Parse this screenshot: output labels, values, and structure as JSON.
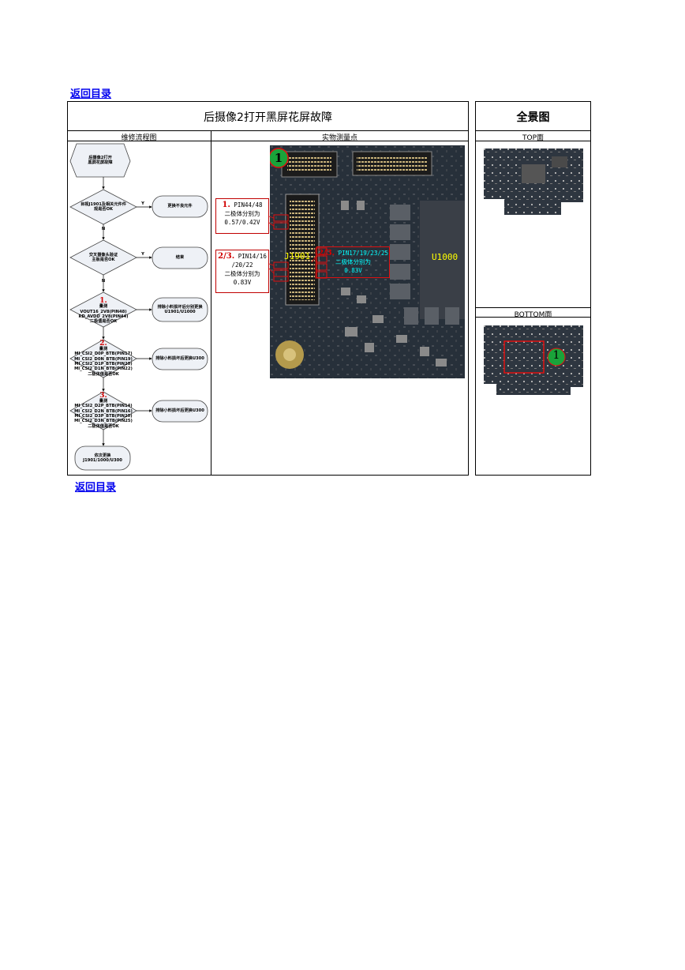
{
  "nav": {
    "back_top": "返回目录",
    "back_bottom": "返回目录"
  },
  "main_title": "后摄像2打开黑屏花屏故障",
  "side_title": "全景图",
  "headers": {
    "flow": "维修流程图",
    "measure": "实物测量点",
    "top": "TOP面",
    "bottom": "BOTTOM面"
  },
  "flow": {
    "start": "后摄像2打开\n黑屏花屏故障",
    "d1": "目视J1901及相关元件件\n观是否OK",
    "r1": "更换不良元件",
    "d2": "交叉摄像头验证\n主板是否OK",
    "r2": "结束",
    "d3_num": "1.",
    "d3_text": "量测\nVOUT16_2V8(PIN48)\nRD_AVDD_2V8(PIN44)\n二极值是否OK",
    "r3": "排除小料损坏后分别更换\nU1901/U1000",
    "d4_num": "2.",
    "d4_text": "量测\nMI_CSI2_D0P_BTB(PIN17)\nMI_CSI2_D0N_BTB(PIN19)\nMI_CSI2_D1P_BTB(PIN20)\nMI_CSI2_D1N_BTB(PIN22)\n二极体值是否OK",
    "r4": "排除小料损坏后更换U300",
    "d5_num": "3.",
    "d5_text": "量测\nMI_CSI2_D2P_BTB(PIN14)\nMI_CSI2_D2N_BTB(PIN16)\nMI_CSI2_D3P_BTB(PIN20)\nMI_CSI2_D3N_BTB(PIN25)\n二极体值是否OK",
    "r5": "排除小料损坏后更换U300",
    "end": "依次更换\nJ1901/1000/U300",
    "yes": "Y",
    "no": "N"
  },
  "annotations": {
    "a1_num": "1.",
    "a1_text": "PIN44/48\n二极体分别为\n0.57/0.42V",
    "a2_num": "2/3.",
    "a2_text": "PIN14/16\n/20/22\n二极体分别为\n0.83V",
    "a3_num": "2/3.",
    "a3_text": "PIN17/19/23/25\n二极体分别为\n0.83V"
  },
  "board_labels": {
    "connector": "J1901",
    "chip": "U1000",
    "marker": "1"
  },
  "colors": {
    "link": "#0000ee",
    "red": "#d00000",
    "cyan": "#00ffff",
    "yellow": "#ffff00",
    "green_marker": "#1aa33a"
  }
}
